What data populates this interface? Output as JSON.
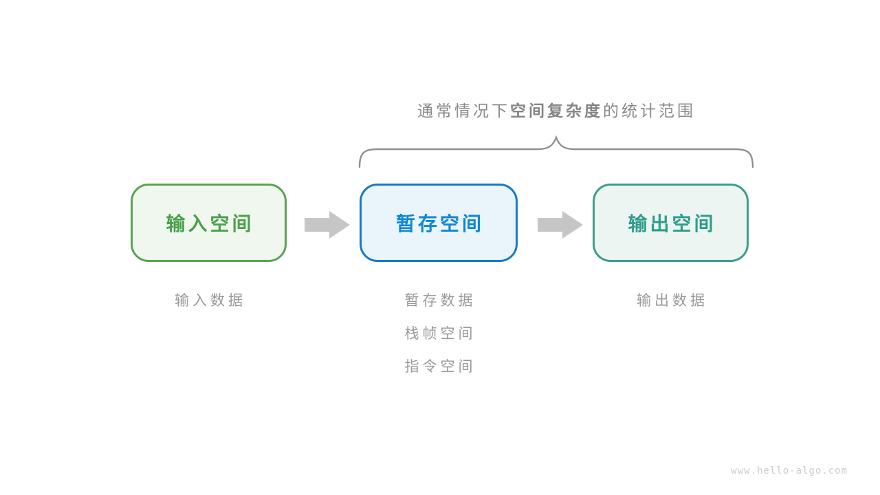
{
  "title": {
    "prefix": "通常情况下",
    "bold": "空间复杂度",
    "suffix": "的统计范围"
  },
  "boxes": [
    {
      "label": "输入空间"
    },
    {
      "label": "暂存空间"
    },
    {
      "label": "输出空间"
    }
  ],
  "annotations": {
    "input": [
      "输入数据"
    ],
    "temp": [
      "暂存数据",
      "栈帧空间",
      "指令空间"
    ],
    "output": [
      "输出数据"
    ]
  },
  "watermark": "www.hello-algo.com",
  "colors": {
    "input_border": "#5ba254",
    "input_fill": "#f0f7ef",
    "input_text": "#4ba04b",
    "temp_border": "#1779c4",
    "temp_fill": "#e9f4fb",
    "temp_text": "#0e87d3",
    "output_border": "#3d9c8d",
    "output_fill": "#ecf5f2",
    "output_text": "#2f9c8a",
    "arrow": "#c6c6c6",
    "brace": "#8f8f8f",
    "title_text": "#8a8a8a",
    "annotation_text": "#9a9a9a",
    "watermark_text": "#cdcdcd"
  }
}
